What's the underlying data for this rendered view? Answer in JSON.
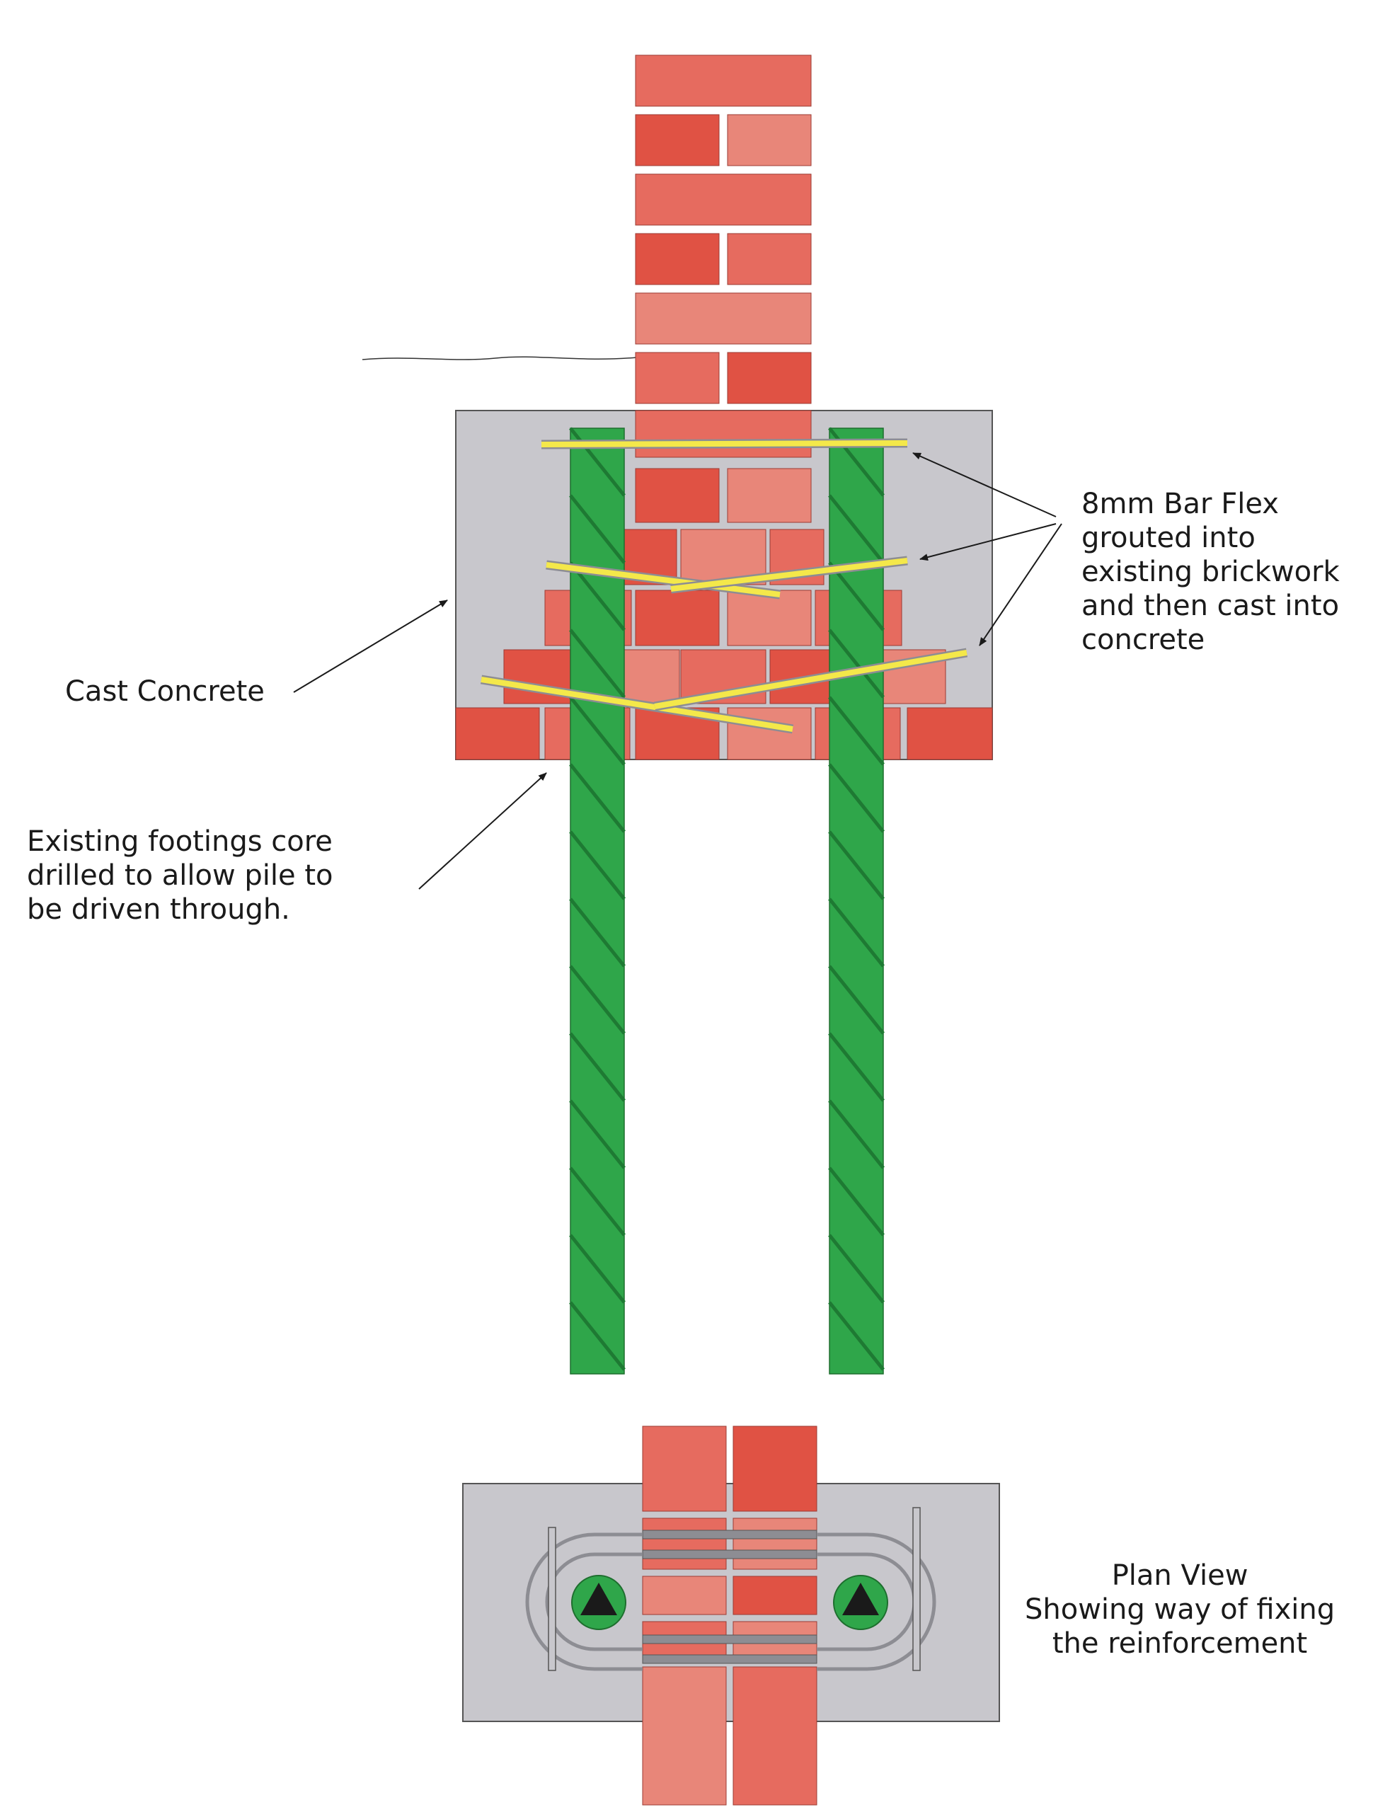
{
  "labels": {
    "cast_concrete": "Cast Concrete",
    "bar_flex": "8mm Bar Flex\ngrouted into\nexisting brickwork\nand then cast into\nconcrete",
    "footings": "Existing footings core\ndrilled to allow pile to\nbe driven through.",
    "plan_view": "Plan View\nShowing way of fixing\nthe reinforcement"
  },
  "colors": {
    "brick_dark": "#e05244",
    "brick_mid": "#e66b5f",
    "brick_light": "#e88679",
    "mortar": "#f2eeee",
    "concrete": "#c8c7cc",
    "pile_green": "#2fa64a",
    "pile_dark": "#1e7a33",
    "bar_yellow": "#f4e84a",
    "bar_grey": "#8d8d93"
  },
  "icons": {
    "pile_marker": "triangle-in-circle-icon"
  }
}
